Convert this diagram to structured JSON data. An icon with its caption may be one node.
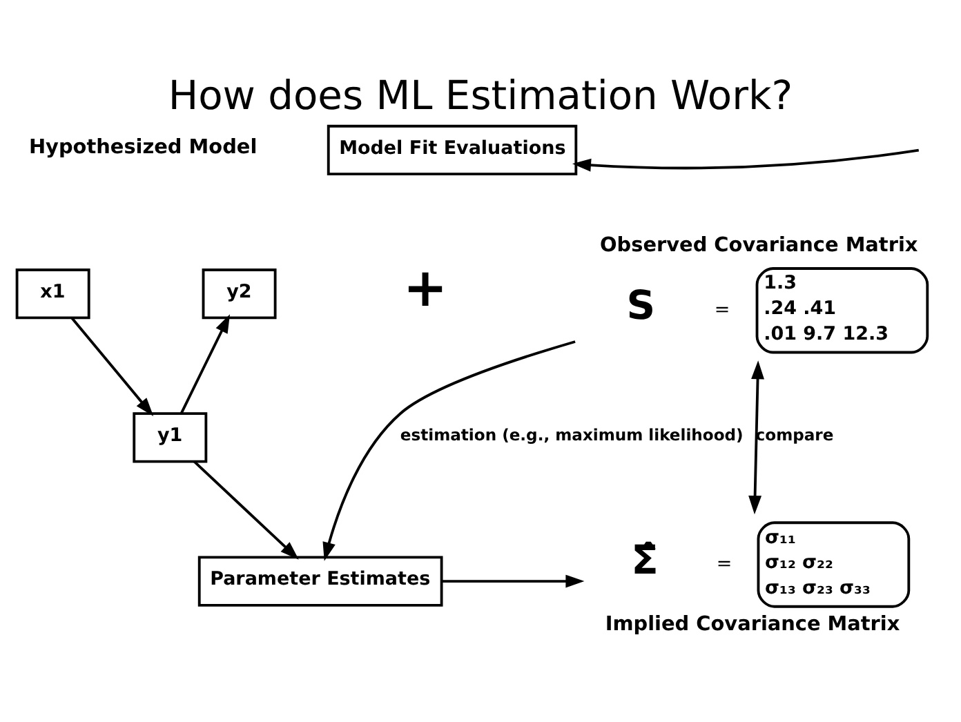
{
  "diagram": {
    "title": "How does ML Estimation Work?",
    "nodes": [
      {
        "text": [
          "x1"
        ]
      },
      {
        "text": [
          "y2"
        ]
      },
      {
        "text": [
          "y1"
        ]
      },
      {
        "text": [
          "Observed Covariance Matrix",
          "S",
          "=",
          "1.3",
          ".24 .41",
          ".01 9.7 12.3"
        ]
      },
      {
        "text": [
          "Model Fit Evaluations"
        ]
      },
      {
        "text": [
          "Parameter Estimates"
        ]
      },
      {
        "text": [
          "Σ̂",
          "=",
          "σ₁₁",
          "σ₁₂ σ₂₂",
          "σ₁₃ σ₂₃ σ₃₃",
          "Implied Covariance Matrix"
        ]
      }
    ],
    "edges": [
      {
        "from": 0,
        "to": 2,
        "arrow": "to"
      },
      {
        "from": 2,
        "to": 1,
        "arrow": "to"
      },
      {
        "from": 2,
        "to": 5,
        "arrow": "to"
      },
      {
        "from": 3,
        "to": 5,
        "arrow": "to",
        "label": "estimation (e.g., maximum likelihood)"
      },
      {
        "from": 3,
        "to": 6,
        "arrow": "both",
        "label": "compare"
      },
      {
        "from": null,
        "to": 4,
        "arrow": "to"
      },
      {
        "from": 5,
        "to": 6,
        "arrow": "to"
      }
    ],
    "labels": [
      "Hypothesized Model",
      "+"
    ]
  }
}
